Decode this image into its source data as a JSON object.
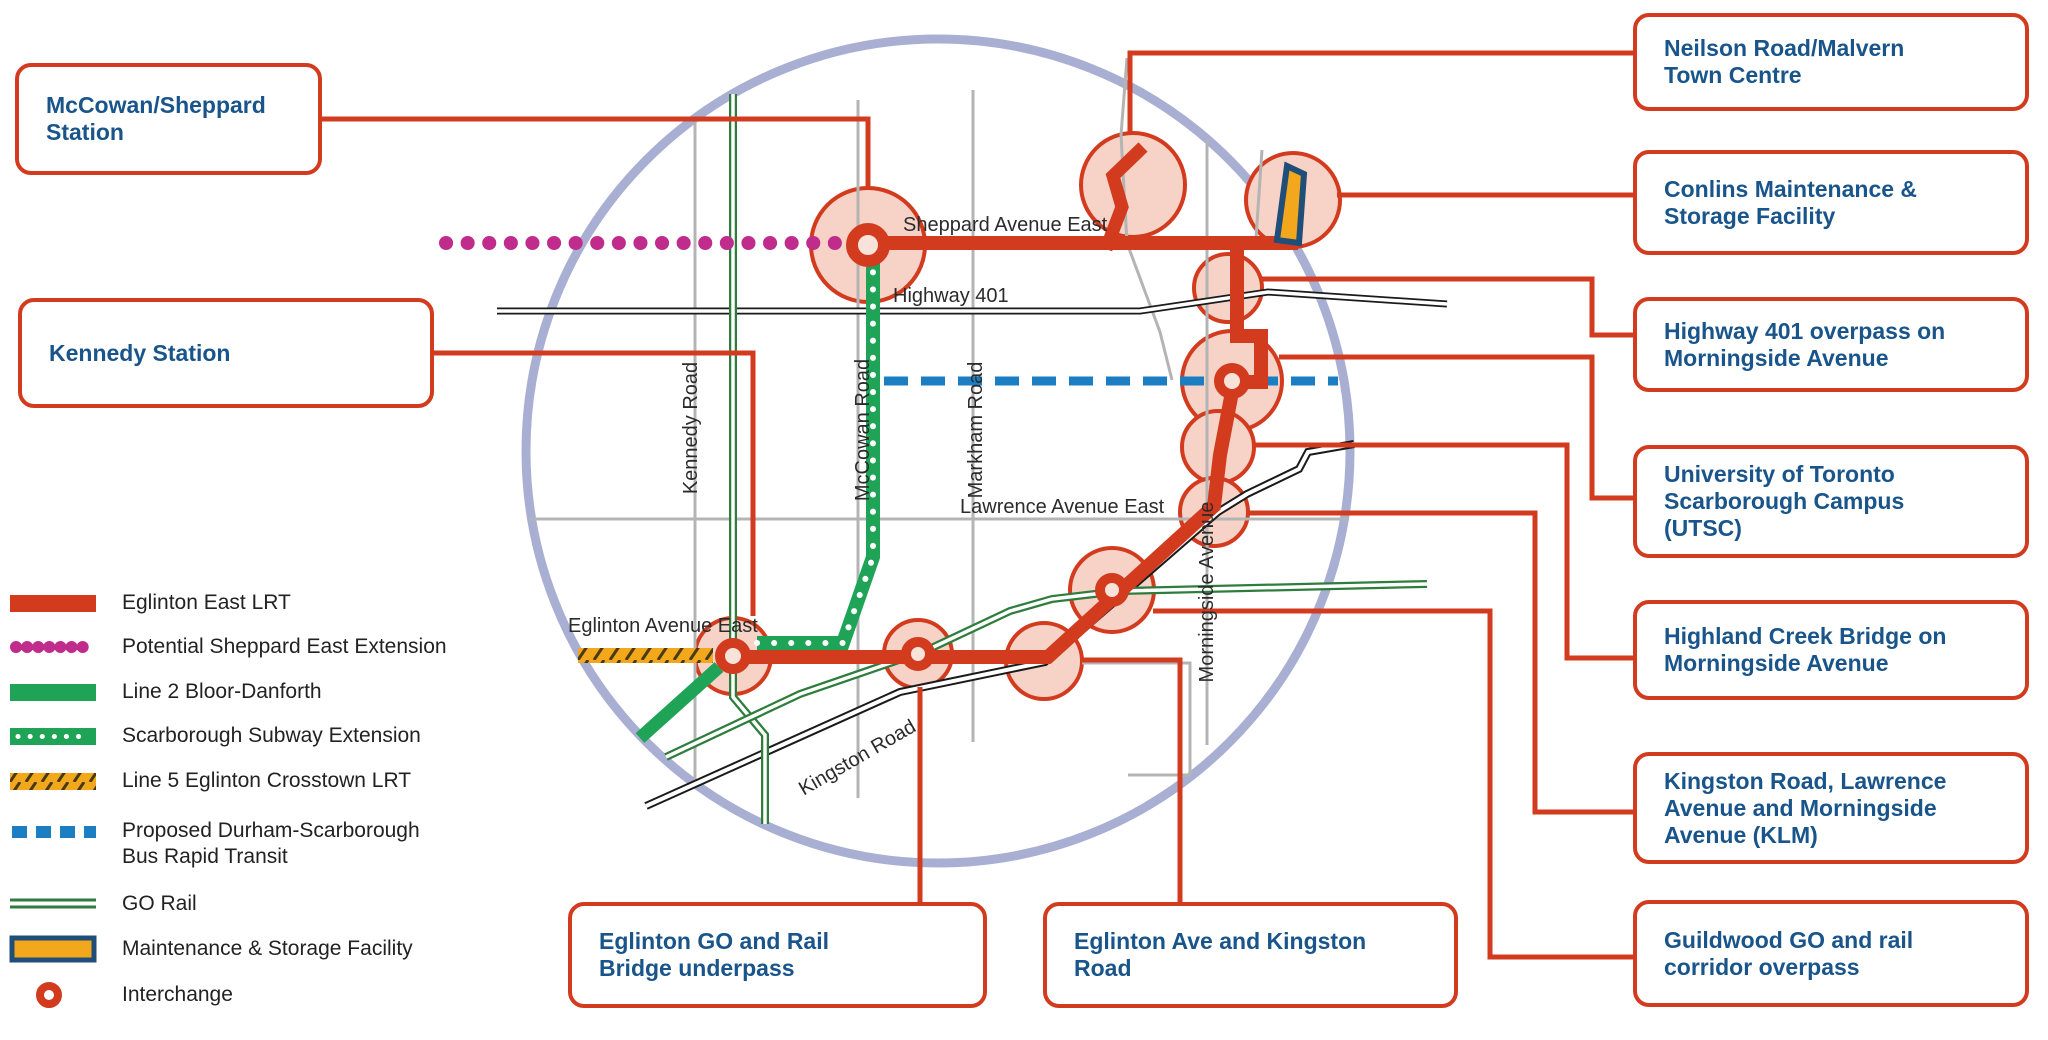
{
  "colors": {
    "red": "#D33B1F",
    "pink": "#F6D2C7",
    "magenta": "#C02C8C",
    "green": "#1FA357",
    "goGreen": "#2E7D3C",
    "orange": "#F3A71D",
    "navy": "#1F4E79",
    "brtBlue": "#1C7EC2",
    "lavender": "#A9AFD3",
    "roadGray": "#B4B4B4",
    "black": "#1A1A1A",
    "calloutText": "#19558A",
    "mapText": "#2B2B2B",
    "legendText": "#222222"
  },
  "callouts": {
    "mccowanSheppard": {
      "lines": [
        "McCowan/Sheppard",
        "Station"
      ]
    },
    "kennedy": {
      "lines": [
        "Kennedy Station"
      ]
    },
    "neilson": {
      "lines": [
        "Neilson Road/Malvern",
        "Town Centre"
      ]
    },
    "conlins": {
      "lines": [
        "Conlins Maintenance &",
        "Storage Facility"
      ]
    },
    "hwy401": {
      "lines": [
        "Highway 401 overpass on",
        "Morningside Avenue"
      ]
    },
    "utsc": {
      "lines": [
        "University of Toronto",
        "Scarborough Campus",
        "(UTSC)"
      ]
    },
    "highland": {
      "lines": [
        "Highland Creek Bridge on",
        "Morningside Avenue"
      ]
    },
    "klm": {
      "lines": [
        "Kingston Road, Lawrence",
        "Avenue and Morningside",
        "Avenue (KLM)"
      ]
    },
    "guildwood": {
      "lines": [
        "Guildwood GO and rail",
        "corridor overpass"
      ]
    },
    "eglintonGo": {
      "lines": [
        "Eglinton GO and Rail",
        "Bridge underpass"
      ]
    },
    "eglintonKingston": {
      "lines": [
        "Eglinton Ave and Kingston",
        "Road"
      ]
    }
  },
  "legend": {
    "items": {
      "eglintonEastLrt": {
        "label": "Eglinton East LRT"
      },
      "sheppardEastExtension": {
        "label": "Potential Sheppard East Extension"
      },
      "line2": {
        "label": "Line 2 Bloor-Danforth"
      },
      "scarboroughSubwayExtension": {
        "label": "Scarborough Subway Extension"
      },
      "line5": {
        "label": "Line 5 Eglinton Crosstown LRT"
      },
      "durhamScarboroughBrt": {
        "label": "Proposed Durham-Scarborough",
        "label2": "Bus Rapid Transit"
      },
      "goRail": {
        "label": "GO Rail"
      },
      "msf": {
        "label": "Maintenance & Storage Facility"
      },
      "interchange": {
        "label": "Interchange"
      }
    }
  },
  "map": {
    "labels": {
      "sheppard": "Sheppard Avenue East",
      "highway401": "Highway 401",
      "kennedyRoad": "Kennedy Road",
      "mccowanRoad": "McCowan Road",
      "markhamRoad": "Markham Road",
      "lawrence": "Lawrence Avenue East",
      "morningside": "Morningside Avenue",
      "eglinton": "Eglinton Avenue East",
      "kingstonRoad": "Kingston Road"
    }
  }
}
